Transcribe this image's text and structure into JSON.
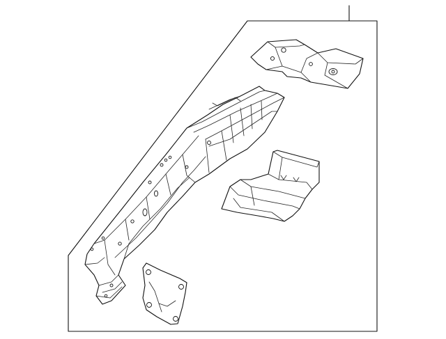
{
  "diagram": {
    "type": "exploded parts illustration",
    "line_color": "#111111",
    "background": "#ffffff",
    "parts": [
      {
        "id": "rear-bracket-plate"
      },
      {
        "id": "main-frame-rail"
      },
      {
        "id": "wheelhouse-panel"
      },
      {
        "id": "mounting-plate"
      }
    ]
  }
}
